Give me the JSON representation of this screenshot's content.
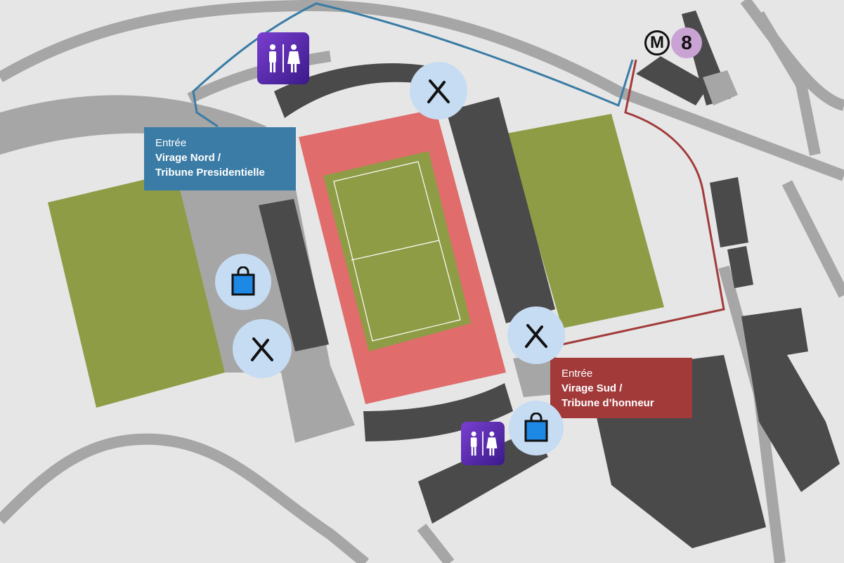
{
  "entrances": {
    "north": {
      "prefix": "Entrée",
      "line1": "Virage Nord /",
      "line2": "Tribune Presidentielle",
      "color": "#3a7ca5"
    },
    "south": {
      "prefix": "Entrée",
      "line1": "Virage Sud /",
      "line2": "Tribune d’honneur",
      "color": "#a23a3a"
    }
  },
  "metro": {
    "symbol": "M",
    "line": "8",
    "line_color": "#c9a3d4"
  },
  "pois": [
    {
      "type": "restroom-icon"
    },
    {
      "type": "restaurant-icon"
    },
    {
      "type": "shop-icon"
    },
    {
      "type": "restaurant-icon"
    },
    {
      "type": "restaurant-icon"
    },
    {
      "type": "restroom-icon"
    },
    {
      "type": "shop-icon"
    }
  ],
  "colors": {
    "grass": "#8f9c46",
    "track": "#e06c6c",
    "stands": "#4a4a4a",
    "road": "#a6a6a6",
    "background": "#e6e6e6"
  }
}
